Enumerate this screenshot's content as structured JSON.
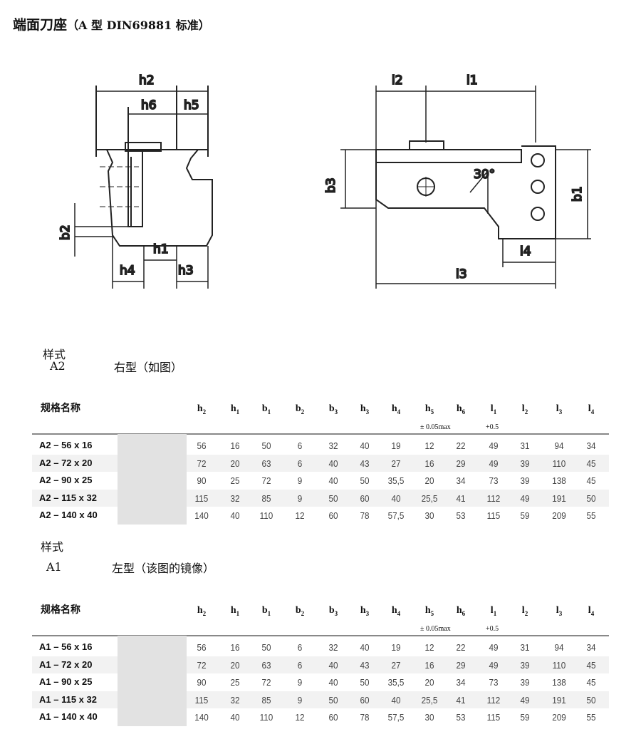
{
  "title": {
    "main": "端面刀座",
    "sub": "（A 型  DIN69881 标准）"
  },
  "drawing_labels": {
    "left": [
      "h2",
      "h6",
      "h5",
      "b2",
      "h1",
      "h4",
      "h3"
    ],
    "right": [
      "l2",
      "l1",
      "b3",
      "30°",
      "b1",
      "l4",
      "l3"
    ]
  },
  "sections": [
    {
      "style_label": "样式",
      "style_code": "A2",
      "style_desc": "右型（如图）",
      "table": {
        "name_header": "规格名称",
        "columns": [
          {
            "base": "h",
            "sub": "2"
          },
          {
            "base": "h",
            "sub": "1"
          },
          {
            "base": "b",
            "sub": "1"
          },
          {
            "base": "b",
            "sub": "2"
          },
          {
            "base": "b",
            "sub": "3"
          },
          {
            "base": "h",
            "sub": "3"
          },
          {
            "base": "h",
            "sub": "4"
          },
          {
            "base": "h",
            "sub": "5"
          },
          {
            "base": "h",
            "sub": "6"
          },
          {
            "base": "l",
            "sub": "1"
          },
          {
            "base": "l",
            "sub": "2"
          },
          {
            "base": "l",
            "sub": "3"
          },
          {
            "base": "l",
            "sub": "4"
          }
        ],
        "tolerance_h5": "±  0.05max",
        "tolerance_l1": "+0.5",
        "rows": [
          {
            "name": "A2 – 56 x 16",
            "values": [
              "56",
              "16",
              "50",
              "6",
              "32",
              "40",
              "19",
              "12",
              "22",
              "49",
              "31",
              "94",
              "34"
            ]
          },
          {
            "name": "A2 – 72 x 20",
            "values": [
              "72",
              "20",
              "63",
              "6",
              "40",
              "43",
              "27",
              "16",
              "29",
              "49",
              "39",
              "110",
              "45"
            ]
          },
          {
            "name": "A2 – 90 x 25",
            "values": [
              "90",
              "25",
              "72",
              "9",
              "40",
              "50",
              "35,5",
              "20",
              "34",
              "73",
              "39",
              "138",
              "45"
            ]
          },
          {
            "name": "A2 – 115 x 32",
            "values": [
              "115",
              "32",
              "85",
              "9",
              "50",
              "60",
              "40",
              "25,5",
              "41",
              "112",
              "49",
              "191",
              "50"
            ]
          },
          {
            "name": "A2 – 140 x 40",
            "values": [
              "140",
              "40",
              "110",
              "12",
              "60",
              "78",
              "57,5",
              "30",
              "53",
              "115",
              "59",
              "209",
              "55"
            ]
          }
        ]
      }
    },
    {
      "style_label": "样式",
      "style_code": "A1",
      "style_desc": "左型（该图的镜像）",
      "table": {
        "name_header": "规格名称",
        "columns": [
          {
            "base": "h",
            "sub": "2"
          },
          {
            "base": "h",
            "sub": "1"
          },
          {
            "base": "b",
            "sub": "1"
          },
          {
            "base": "b",
            "sub": "2"
          },
          {
            "base": "b",
            "sub": "3"
          },
          {
            "base": "h",
            "sub": "3"
          },
          {
            "base": "h",
            "sub": "4"
          },
          {
            "base": "h",
            "sub": "5"
          },
          {
            "base": "h",
            "sub": "6"
          },
          {
            "base": "l",
            "sub": "1"
          },
          {
            "base": "l",
            "sub": "2"
          },
          {
            "base": "l",
            "sub": "3"
          },
          {
            "base": "l",
            "sub": "4"
          }
        ],
        "tolerance_h5": "±  0.05max",
        "tolerance_l1": "+0.5",
        "rows": [
          {
            "name": "A1 – 56 x 16",
            "values": [
              "56",
              "16",
              "50",
              "6",
              "32",
              "40",
              "19",
              "12",
              "22",
              "49",
              "31",
              "94",
              "34"
            ]
          },
          {
            "name": "A1 – 72 x 20",
            "values": [
              "72",
              "20",
              "63",
              "6",
              "40",
              "43",
              "27",
              "16",
              "29",
              "49",
              "39",
              "110",
              "45"
            ]
          },
          {
            "name": "A1 – 90 x 25",
            "values": [
              "90",
              "25",
              "72",
              "9",
              "40",
              "50",
              "35,5",
              "20",
              "34",
              "73",
              "39",
              "138",
              "45"
            ]
          },
          {
            "name": "A1 – 115 x 32",
            "values": [
              "115",
              "32",
              "85",
              "9",
              "50",
              "60",
              "40",
              "25,5",
              "41",
              "112",
              "49",
              "191",
              "50"
            ]
          },
          {
            "name": "A1 – 140 x 40",
            "values": [
              "140",
              "40",
              "110",
              "12",
              "60",
              "78",
              "57,5",
              "30",
              "53",
              "115",
              "59",
              "209",
              "55"
            ]
          }
        ]
      }
    }
  ]
}
